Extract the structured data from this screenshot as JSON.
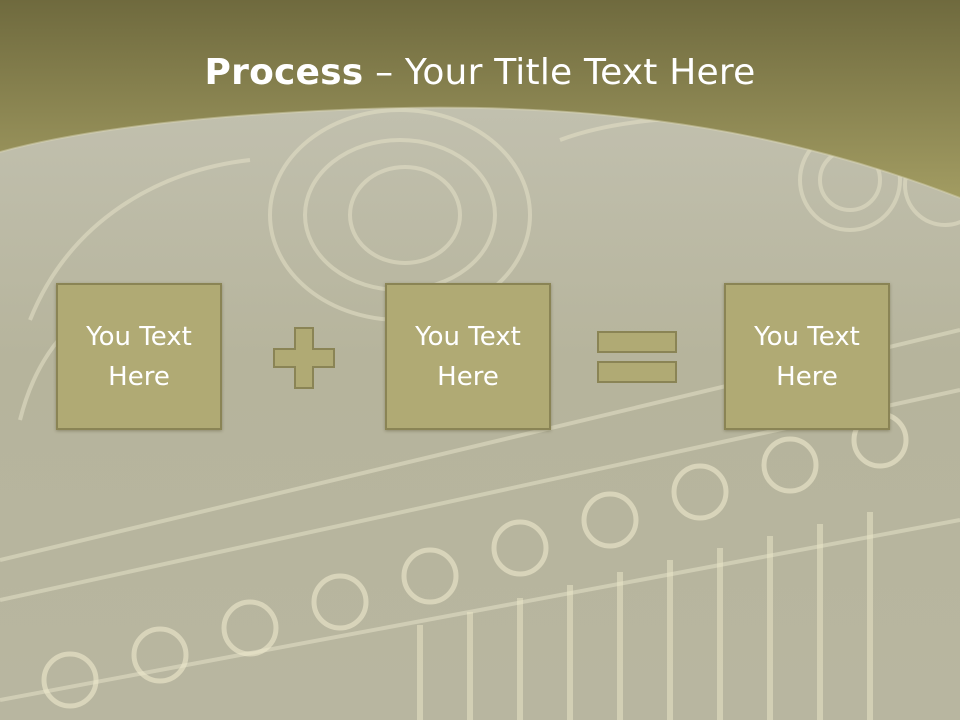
{
  "slide": {
    "title_bold": "Process",
    "title_dash": " – ",
    "title_rest": "Your Title Text Here",
    "colors": {
      "header_band": "#7f7a47",
      "box_fill": "#b0aa74",
      "box_border": "#8a8455",
      "text": "#ffffff"
    }
  },
  "process": {
    "steps": [
      {
        "text": "You Text Here"
      },
      {
        "text": "You Text Here"
      },
      {
        "text": "You Text Here"
      }
    ],
    "operators": [
      "plus-icon",
      "equals-icon"
    ]
  }
}
